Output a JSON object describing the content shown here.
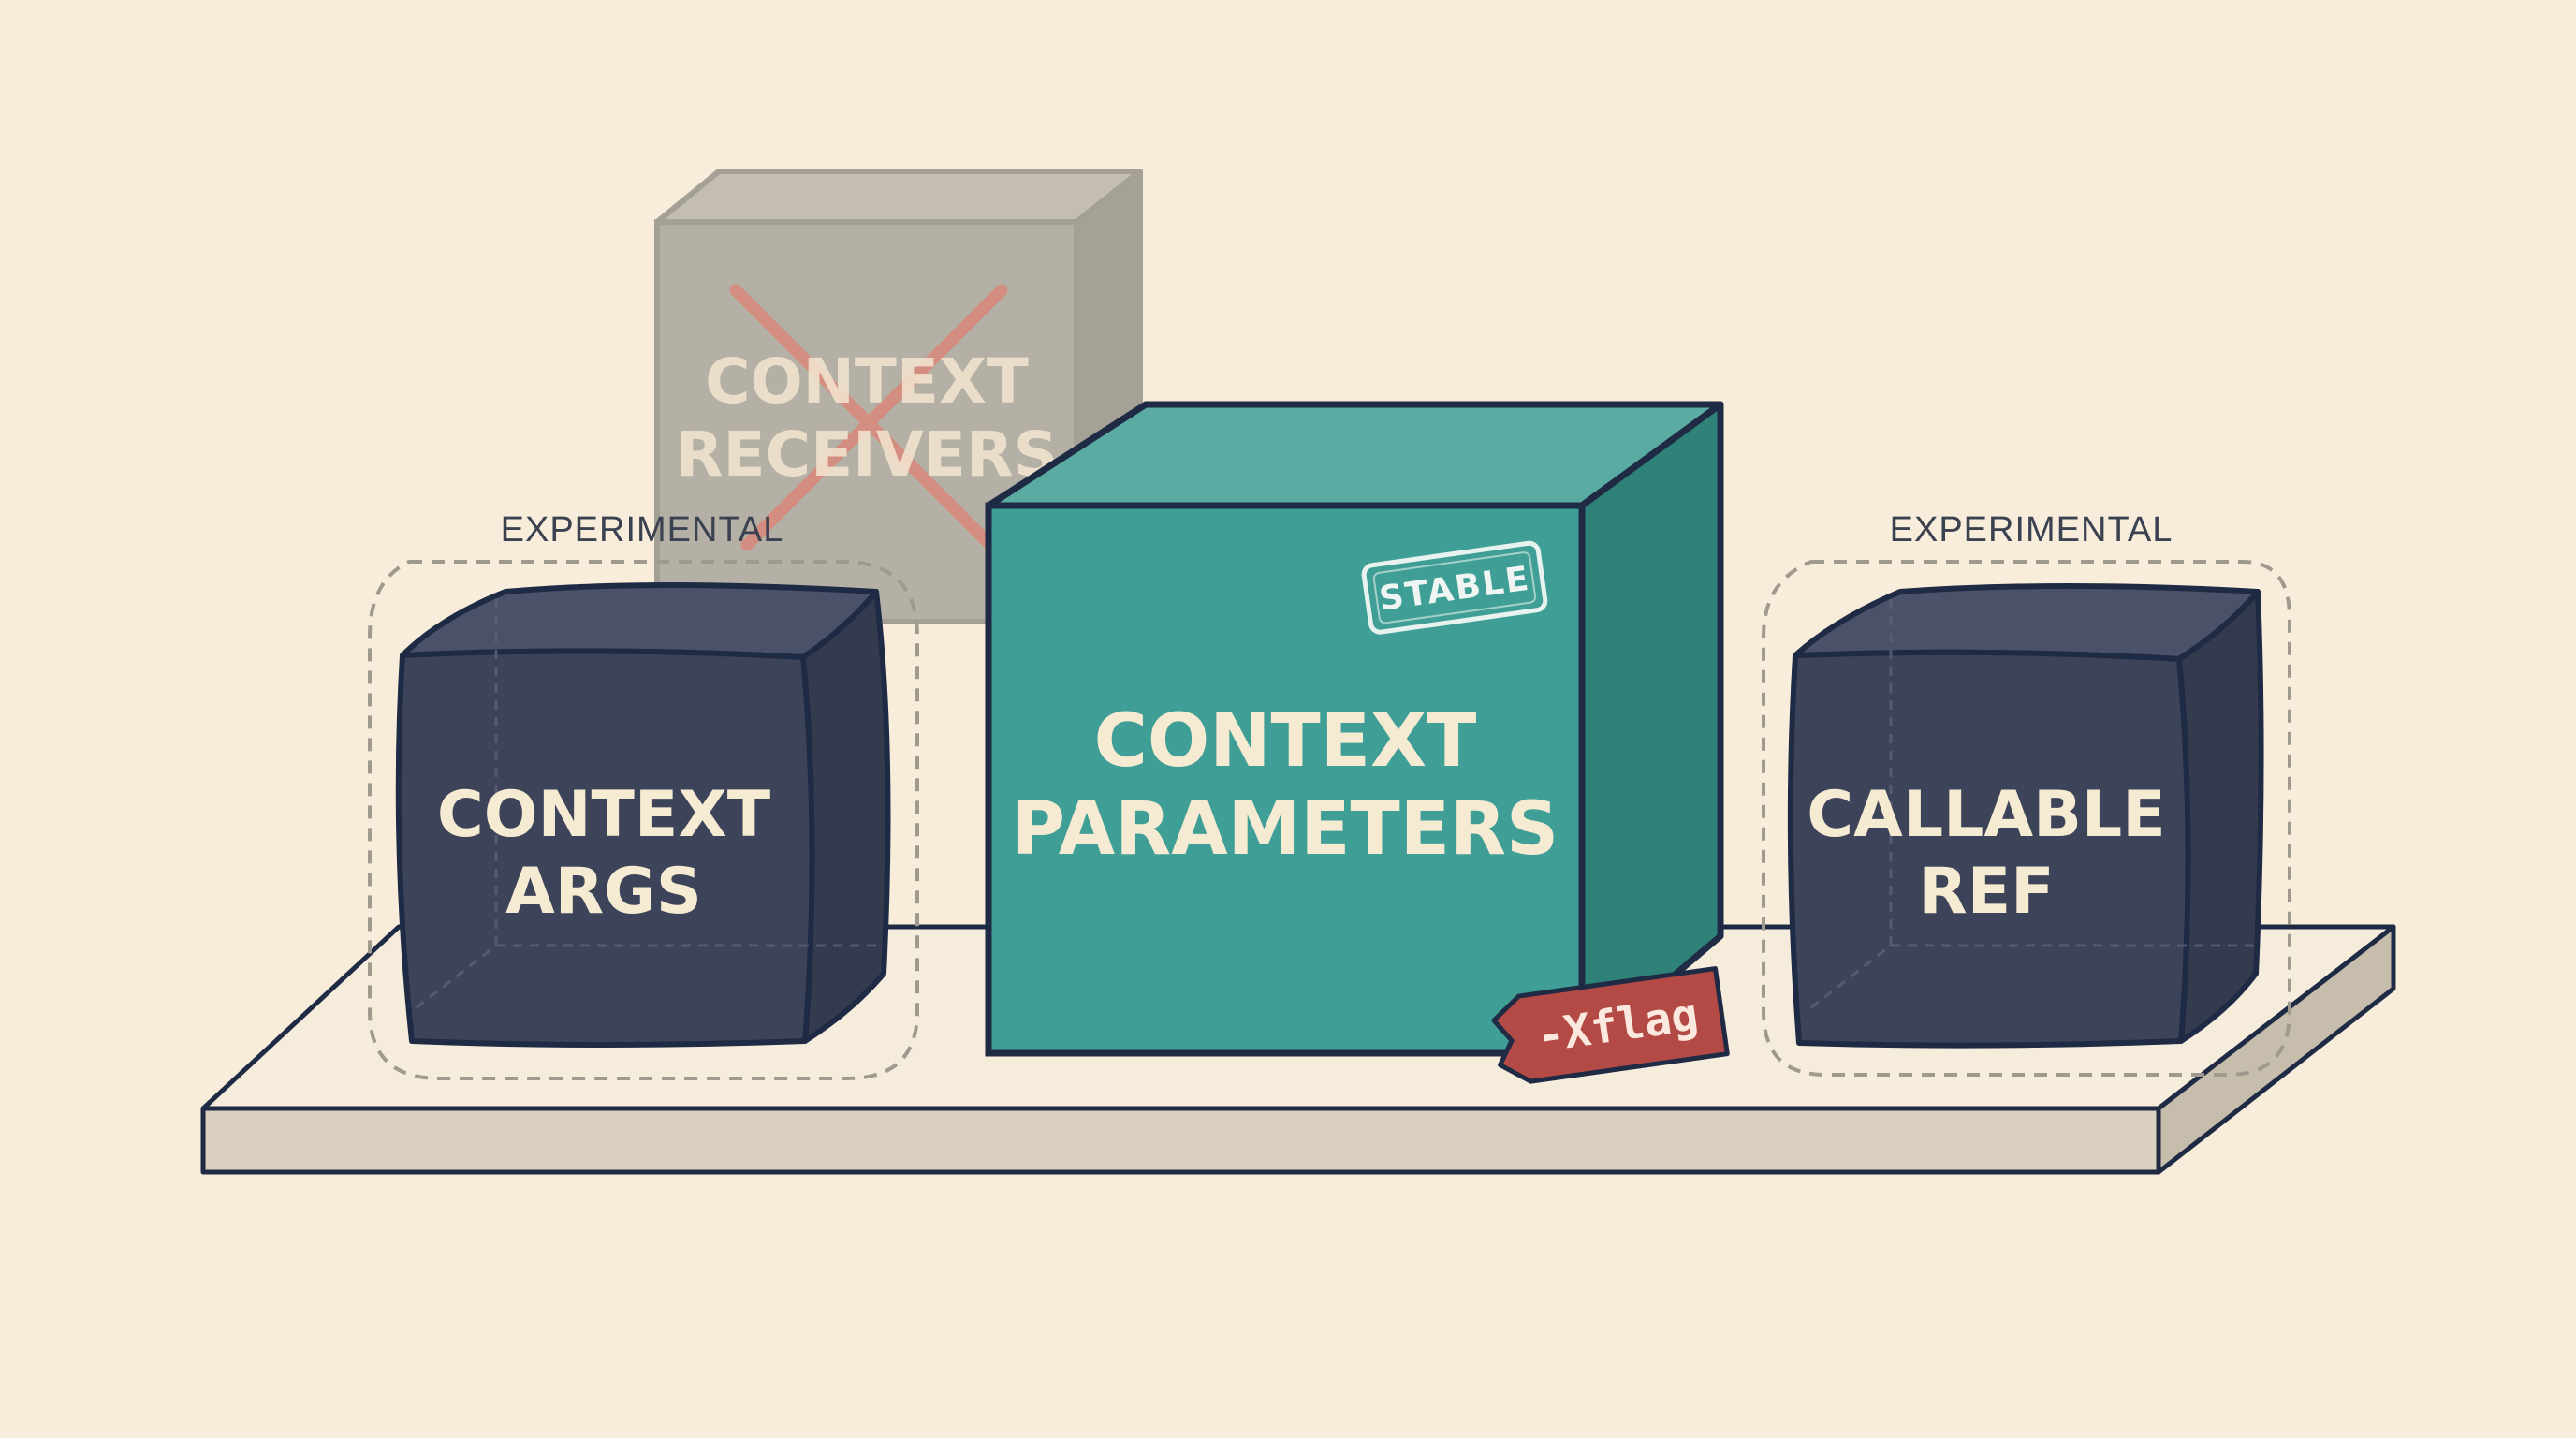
{
  "boxes": {
    "context_receivers": {
      "line1": "CONTEXT",
      "line2": "RECEIVERS"
    },
    "context_args": {
      "line1": "CONTEXT",
      "line2": "ARGS",
      "caption": "EXPERIMENTAL"
    },
    "context_parameters": {
      "line1": "CONTEXT",
      "line2": "PARAMETERS",
      "stamp": "STABLE",
      "tag": "-Xflag"
    },
    "callable_ref": {
      "line1": "CALLABLE",
      "line2": "REF",
      "caption": "EXPERIMENTAL"
    }
  },
  "colors": {
    "background": "#f8edda",
    "shelf_top": "#f5ecdc",
    "shelf_front": "#d9d0bf",
    "outline": "#1f2a44",
    "stable_teal": "#3f9e95",
    "experimental_navy": "#3d4459",
    "deprecated_gray": "#a9a59b",
    "cross_red": "#d86a5f",
    "flag_red": "#b44a45"
  }
}
